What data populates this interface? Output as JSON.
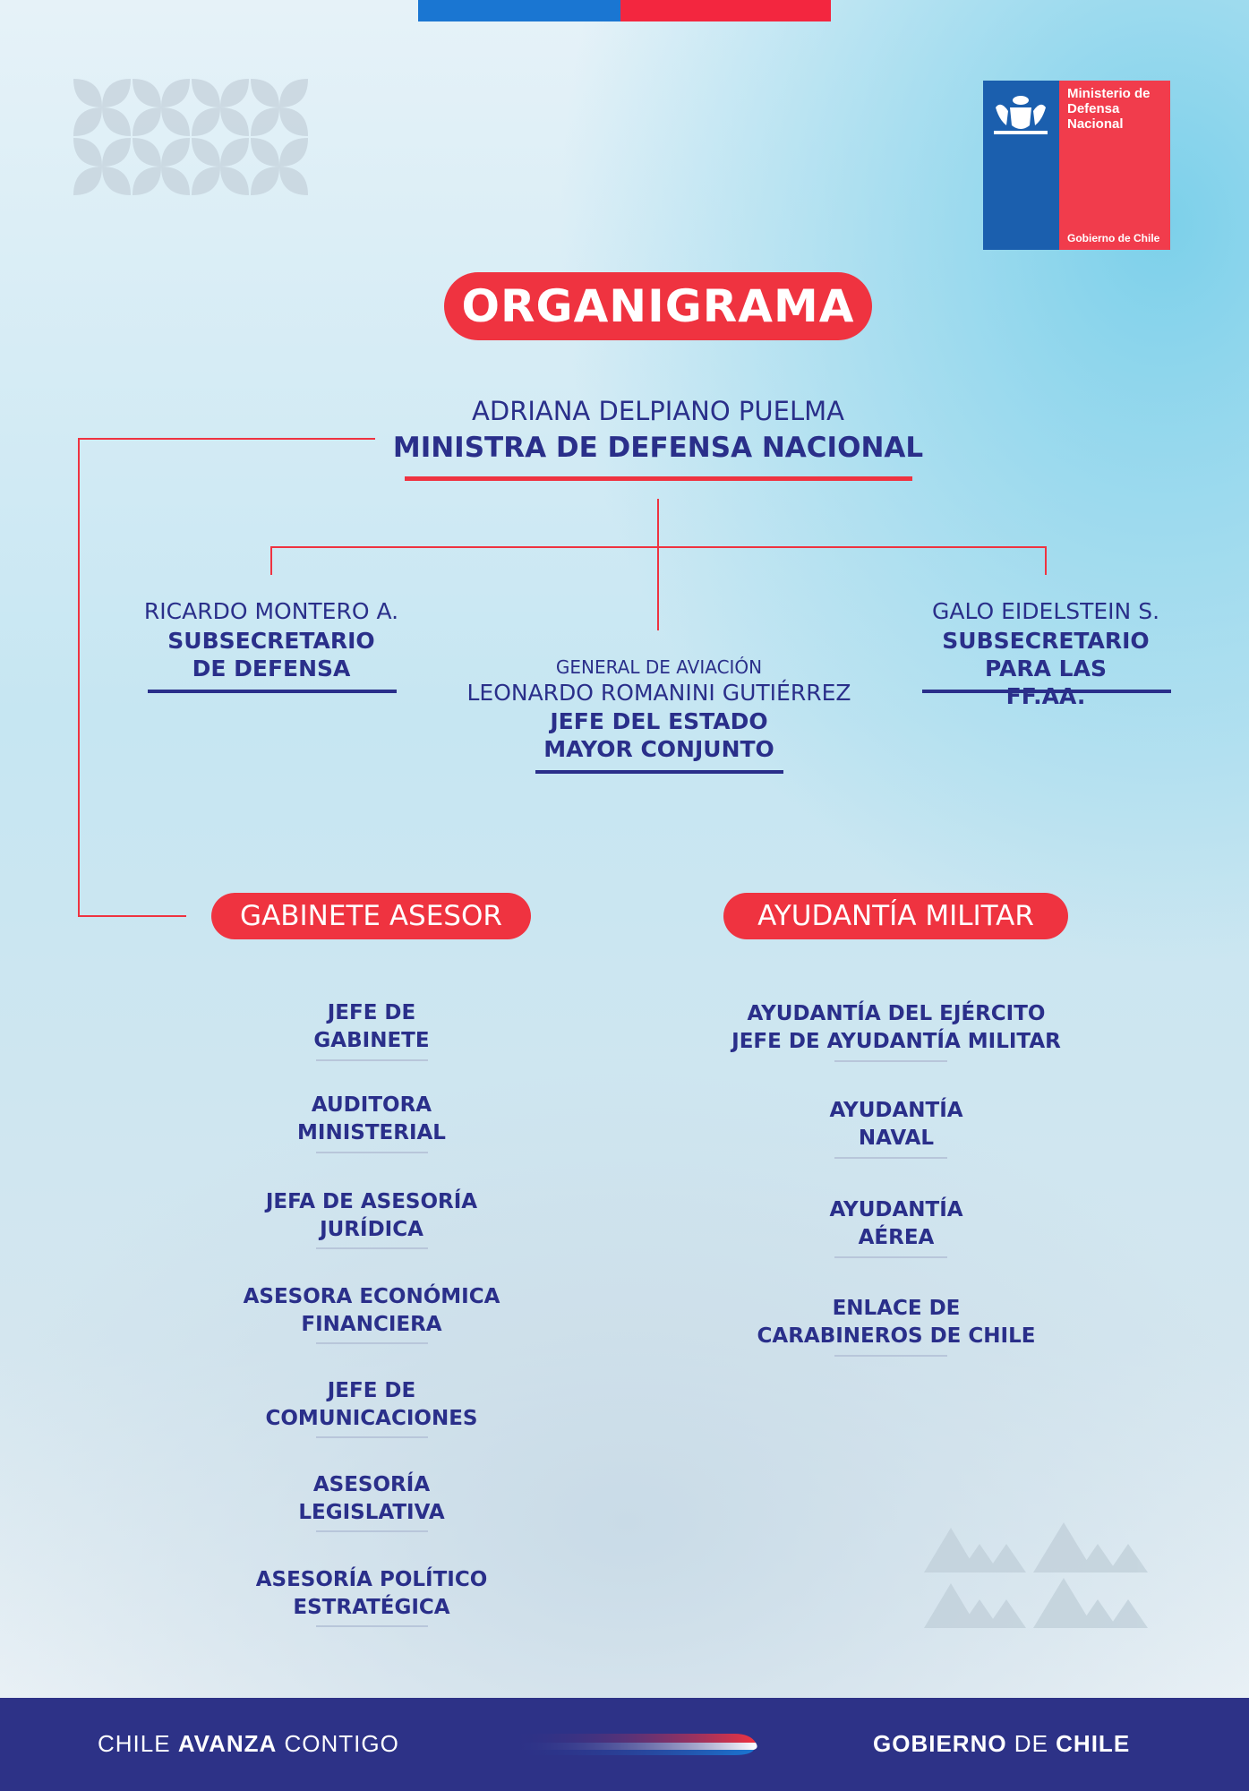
{
  "logo": {
    "ministry": "Ministerio de\nDefensa\nNacional",
    "government": "Gobierno de Chile"
  },
  "title": "ORGANIGRAMA",
  "minister": {
    "name": "ADRIANA DELPIANO PUELMA",
    "role": "MINISTRA DE DEFENSA NACIONAL"
  },
  "left_sub": {
    "name": "RICARDO MONTERO A.",
    "role": "SUBSECRETARIO\nDE DEFENSA"
  },
  "right_sub": {
    "name": "GALO EIDELSTEIN S.",
    "role": "SUBSECRETARIO\nPARA LAS FF.AA."
  },
  "center_chief": {
    "rank": "GENERAL DE AVIACIÓN",
    "name": "LEONARDO ROMANINI GUTIÉRREZ",
    "role": "JEFE DEL ESTADO\nMAYOR CONJUNTO"
  },
  "gabinete": {
    "label": "GABINETE ASESOR",
    "items": [
      "JEFE DE\nGABINETE",
      "AUDITORA\nMINISTERIAL",
      "JEFA DE ASESORÍA\nJURÍDICA",
      "ASESORA ECONÓMICA\nFINANCIERA",
      "JEFE DE\nCOMUNICACIONES",
      "ASESORÍA\nLEGISLATIVA",
      "ASESORÍA POLÍTICO\nESTRATÉGICA"
    ]
  },
  "ayudantia": {
    "label": "AYUDANTÍA MILITAR",
    "items": [
      "AYUDANTÍA DEL EJÉRCITO\nJEFE DE AYUDANTÍA MILITAR",
      "AYUDANTÍA\nNAVAL",
      "AYUDANTÍA\nAÉREA",
      "ENLACE DE\nCARABINEROS DE CHILE"
    ]
  },
  "footer": {
    "left_a": "CHILE ",
    "left_b": "AVANZA",
    "left_c": " CONTIGO",
    "right_a": "GOBIERNO",
    "right_b": " DE ",
    "right_c": "CHILE"
  },
  "colors": {
    "red": "#ef3340",
    "navy": "#2a2f8a",
    "blue": "#1a76d2"
  }
}
